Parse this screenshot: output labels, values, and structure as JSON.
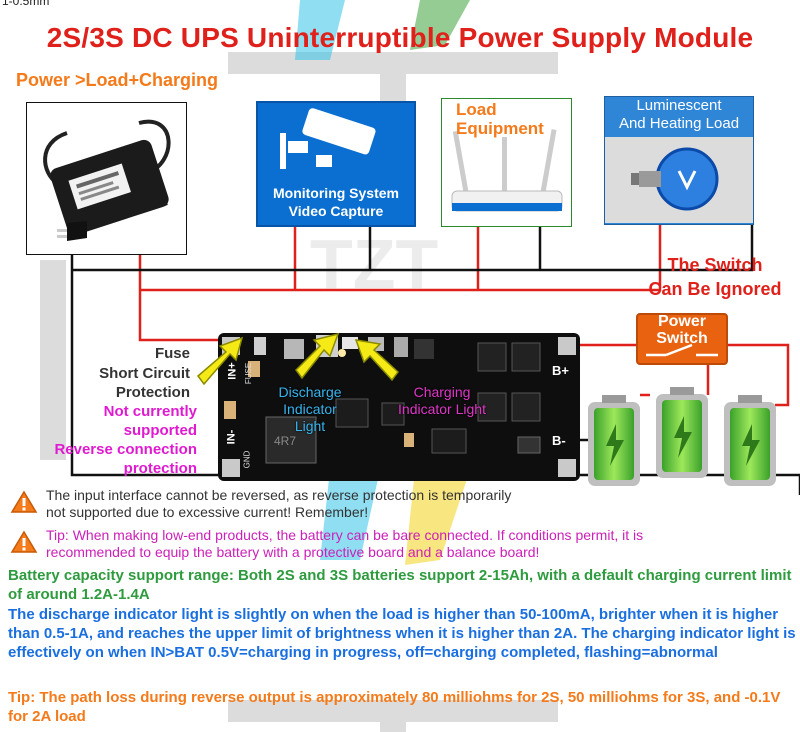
{
  "top_partial": "1-0.5mm",
  "title": "2S/3S DC UPS Uninterruptible Power Supply Module",
  "power_label": "Power >Load+Charging",
  "monitoring": {
    "line1": "Monitoring System",
    "line2": "Video Capture"
  },
  "load_equipment": {
    "line1": "Load",
    "line2": "Equipment"
  },
  "luminescent": {
    "line1": "Luminescent",
    "line2": "And Heating Load"
  },
  "switch_note": {
    "line1": "The Switch",
    "line2": "Can Be Ignored"
  },
  "power_switch": {
    "line1": "Power",
    "line2": "Switch"
  },
  "labels": {
    "fuse": "Fuse",
    "short1": "Short Circuit",
    "short2": "Protection",
    "not1": "Not currently",
    "not2": "supported",
    "rev1": "Reverse connection",
    "rev2": "protection",
    "discharge1": "Discharge",
    "discharge2": "Indicator Light",
    "charging1": "Charging",
    "charging2": "Indicator Light"
  },
  "board_marks": {
    "in_plus": "IN+",
    "in_minus": "IN-",
    "b_plus": "B+",
    "b_minus": "B-",
    "fuse": "FUSE",
    "gnd": "GND"
  },
  "watermark": "TZT",
  "warning1": "The input interface cannot be reversed, as reverse protection is temporarily not supported due to excessive current! Remember!",
  "warning2": "Tip: When making low-end products, the battery can be bare connected. If conditions permit, it is recommended to equip the battery with a protective board and a balance board!",
  "info_green": "Battery capacity support range: Both 2S and 3S batteries support 2-15Ah, with a default charging current limit of around 1.2A-1.4A",
  "info_blue": "The discharge indicator light is slightly on when the load is higher than 50-100mA, brighter when it is higher than 0.5-1A, and reaches the upper limit of brightness when it is higher than 2A. The charging indicator light is effectively on when IN>BAT 0.5V=charging in progress, off=charging completed, flashing=abnormal",
  "info_orange": "Tip: The path loss during reverse output is approximately 80 milliohms for 2S, 50 milliohms for 3S, and -0.1V for 2A load",
  "colors": {
    "title_red": "#e0201a",
    "orange": "#f47a1a",
    "magenta": "#e01ad0",
    "green": "#2e9b3e",
    "blue": "#1a6fe0",
    "wire_red": "#e0201a",
    "wire_black": "#111111"
  }
}
